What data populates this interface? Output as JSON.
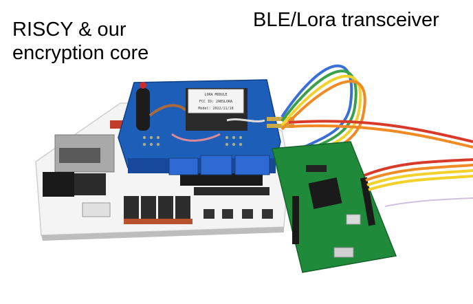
{
  "labels": {
    "left_line1": "RISCY & our",
    "left_line2": "encryption core",
    "right": "BLE/Lora transceiver"
  },
  "module_sticker": {
    "line1": "LORA MODULE",
    "line2": "FCC ID: 2ABSLORA",
    "line3": "Model: 2022/11/18"
  },
  "colors": {
    "background": "#ffffff",
    "main_board": "#f2f2f2",
    "blue_shield": "#1d5fb8",
    "green_board": "#1f8a3a",
    "wire_blue": "#3a6fd8",
    "wire_green": "#3aa04a",
    "wire_yellow": "#f2d22a",
    "wire_orange": "#f08a24",
    "wire_red": "#d83a2a",
    "wire_brown": "#7a4a22"
  }
}
